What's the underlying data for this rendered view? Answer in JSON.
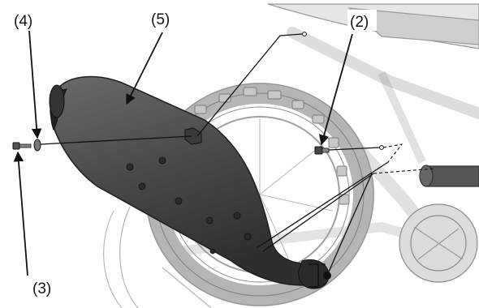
{
  "callouts": {
    "c2": "(2)",
    "c3": "(3)",
    "c4": "(4)",
    "c5": "(5)"
  },
  "colors": {
    "muffler": "#4a4a4a",
    "muffler_dark": "#2c2c2c",
    "bike_line": "#8a8a8a",
    "tire": "#b5b5b5",
    "frame": "#d6d6d6"
  }
}
